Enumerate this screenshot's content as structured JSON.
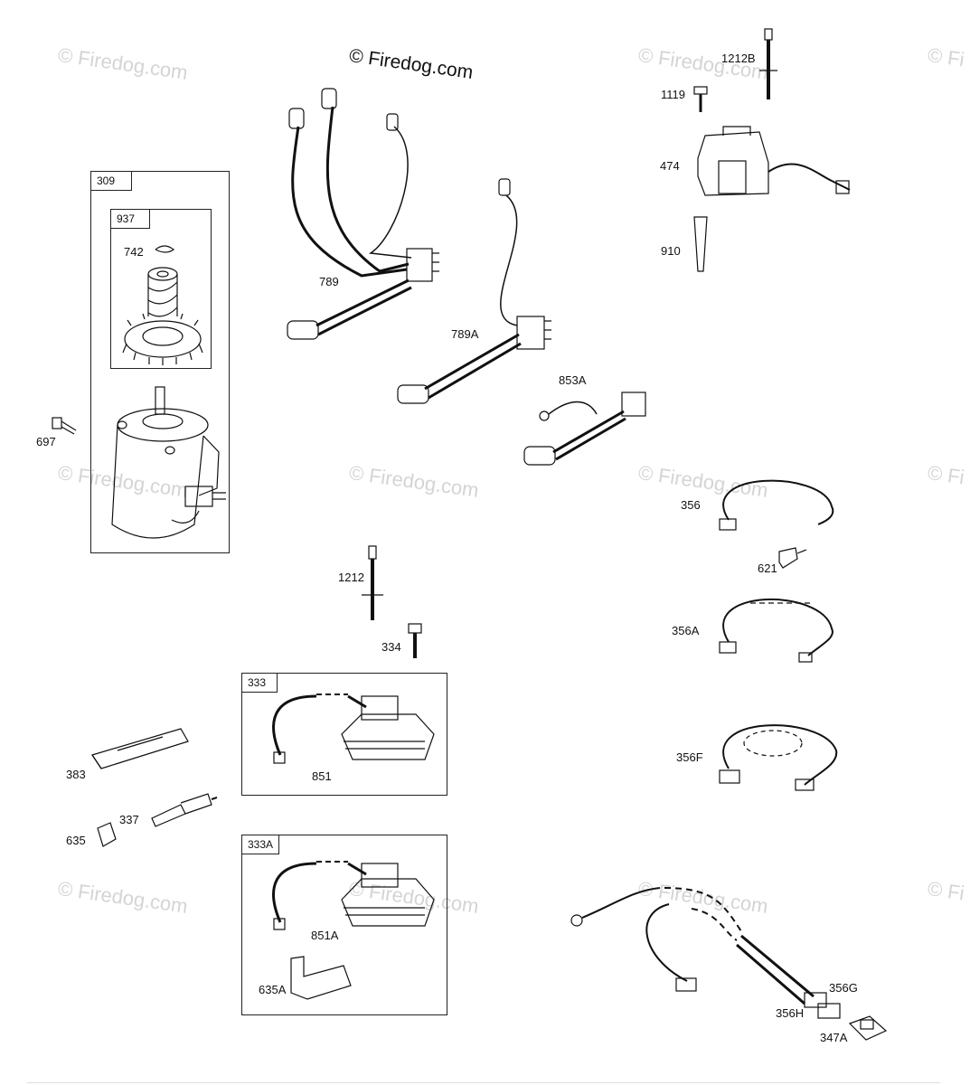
{
  "watermark": {
    "copyright": "© Firedog.com",
    "faint_text": "© Firedog.com",
    "faint_text_edge": "© Fi"
  },
  "frames": {
    "f309": "309",
    "f937": "937",
    "f333": "333",
    "f333A": "333A"
  },
  "parts": {
    "p742": "742",
    "p697": "697",
    "p789": "789",
    "p789A": "789A",
    "p853A": "853A",
    "p1212B": "1212B",
    "p1119": "1119",
    "p474": "474",
    "p910": "910",
    "p356": "356",
    "p621": "621",
    "p356A": "356A",
    "p356F": "356F",
    "p1212": "1212",
    "p334": "334",
    "p851": "851",
    "p851A": "851A",
    "p635A": "635A",
    "p383": "383",
    "p337": "337",
    "p635": "635",
    "p356G": "356G",
    "p356H": "356H",
    "p347A": "347A"
  }
}
